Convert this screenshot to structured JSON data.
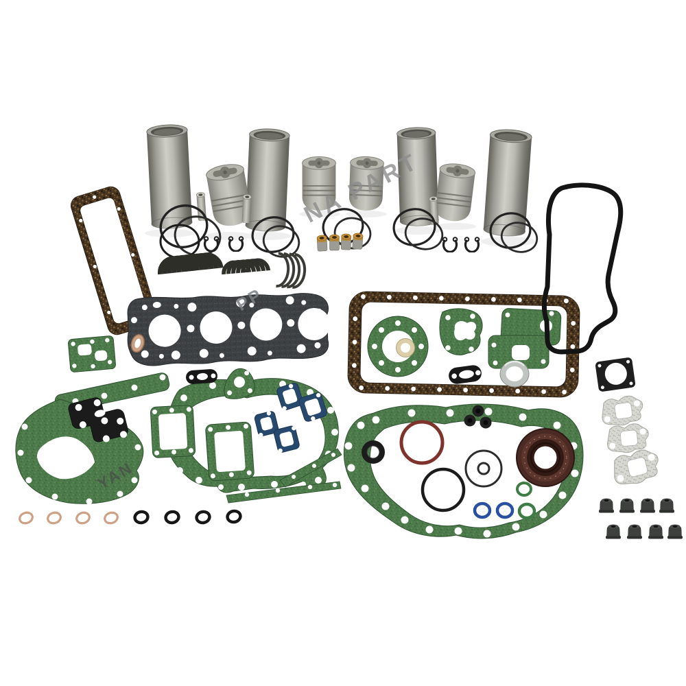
{
  "image": {
    "kind": "product-photograph",
    "subject": "Diesel engine overhaul rebuild kit with full gasket set",
    "background": "#ffffff"
  },
  "watermark": {
    "text": "YANMARPART",
    "color": "#8d8d8d",
    "fragments": [
      {
        "location": "top-center",
        "text": "NA PART"
      },
      {
        "location": "head-gasket",
        "text": "PP"
      },
      {
        "location": "bottom-left-gasket",
        "text": "YAN"
      }
    ]
  },
  "palette": {
    "metal": "#9d9d95",
    "piston": "#aeaea6",
    "cork": "#46331f",
    "gasket_green": "#4d7a4a",
    "gasket_black": "#1c1c1c",
    "gasket_blue": "#28496e",
    "exhaust_gray": "#d8d8d3",
    "copper": "#cfa184",
    "bronze": "#c08a2e",
    "seal_maroon": "#4b2a24",
    "oring_red": "#7e332c",
    "oring_green": "#3f7c45",
    "oring_blue": "#2b4fa0"
  },
  "parts": {
    "cylinder_liners": {
      "label": "Cylinder liners",
      "count": 4
    },
    "pistons": {
      "label": "Pistons with combustion-bowl crowns",
      "count": 4
    },
    "piston_pins": {
      "label": "Piston pins",
      "count": 3
    },
    "piston_ring_clusters": {
      "label": "Piston ring sets",
      "count": 5
    },
    "circlips": {
      "label": "Piston pin circlips",
      "count": 4
    },
    "pin_bushings": {
      "label": "Small-end bronze bushings",
      "count": 4
    },
    "bearing_fans": {
      "label": "Main and rod bearing shells plus thrust washers",
      "count": 3
    },
    "head_gasket": {
      "label": "Cylinder head gasket, 4 bores",
      "count": 1
    },
    "valve_cover_cork_gasket": {
      "label": "Cork valve cover gasket",
      "count": 1
    },
    "small_plate_gasket": {
      "label": "Small green plate gasket",
      "count": 1
    },
    "oil_pan_cork_gasket": {
      "label": "Cork oil pan gasket",
      "count": 1
    },
    "inner_green_gaskets": {
      "label": "Case and water pump gaskets inside pan ring",
      "count": 3
    },
    "black_oval_gaskets": {
      "label": "Black two-bolt oval gaskets",
      "count": 2
    },
    "steel_ring": {
      "label": "Steel sealing ring",
      "count": 1
    },
    "fiber_washer": {
      "label": "Cream fiber washer",
      "count": 1
    },
    "valve_cover_rubber_gasket": {
      "label": "Rubber valve cover gasket",
      "count": 1
    },
    "square_plate_gasket": {
      "label": "Black square plate gasket",
      "count": 1
    },
    "exhaust_manifold_gaskets": {
      "label": "Exhaust manifold gaskets",
      "count": 3
    },
    "front_plate_gasket": {
      "label": "Front plate gasket with diamond cutout",
      "count": 1
    },
    "black_stepped_gasket": {
      "label": "Black stepped oil pump gasket",
      "count": 1
    },
    "timing_cover_gasket": {
      "label": "Timing cover gasket",
      "count": 1
    },
    "rect_frame_gaskets": {
      "label": "Rectangular frame gaskets",
      "count": 2
    },
    "triangle_gasket": {
      "label": "Triangular thermostat gasket",
      "count": 1
    },
    "intake_gaskets_blue": {
      "label": "Blue twin-port manifold gaskets",
      "count": 2
    },
    "gear_case_gasket": {
      "label": "Gear case gasket",
      "count": 1
    },
    "crankshaft_oil_seal": {
      "label": "Crankshaft oil seal",
      "count": 1
    },
    "black_seal_ring": {
      "label": "Black seal ring",
      "count": 1
    },
    "o_rings": {
      "label": "O-rings red, black, green, blue",
      "count": 7
    },
    "grommets": {
      "label": "Rubber grommets",
      "count": 3
    },
    "copper_washers": {
      "label": "Copper sealing washers",
      "count": 4
    },
    "black_washers": {
      "label": "Rubber O-ring washers",
      "count": 4
    },
    "valve_stem_seals": {
      "label": "Valve stem seals",
      "count": 8
    }
  }
}
